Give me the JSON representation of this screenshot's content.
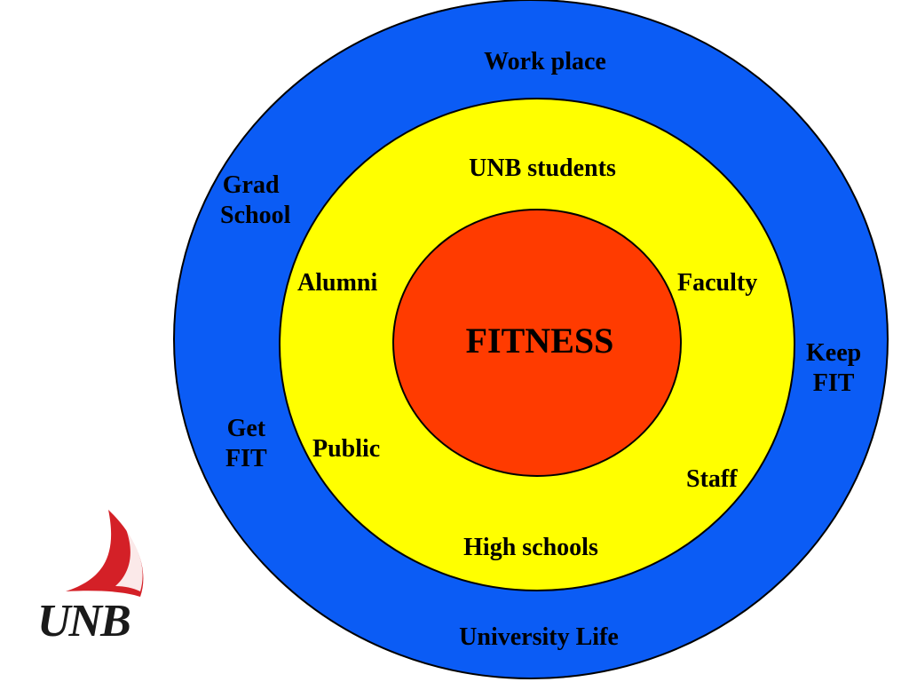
{
  "colors": {
    "outer_ring": "#0b5cf5",
    "middle_ring": "#ffff00",
    "center": "#ff3b00",
    "outline": "#000000",
    "logo_red": "#d42027"
  },
  "diagram": {
    "center_label": "FITNESS",
    "outer_labels": {
      "top": "Work place",
      "bottom": "University Life",
      "upper_left_line1": "Grad",
      "upper_left_line2": "School",
      "lower_left_line1": "Get",
      "lower_left_line2": "FIT",
      "right_line1": "Keep",
      "right_line2": "FIT"
    },
    "middle_labels": {
      "top": "UNB students",
      "left": "Alumni",
      "right": "Faculty",
      "lower_left": "Public",
      "lower_right": "Staff",
      "bottom": "High schools"
    }
  },
  "logo": {
    "icon": "sail-logo-icon",
    "text": "UNB"
  }
}
